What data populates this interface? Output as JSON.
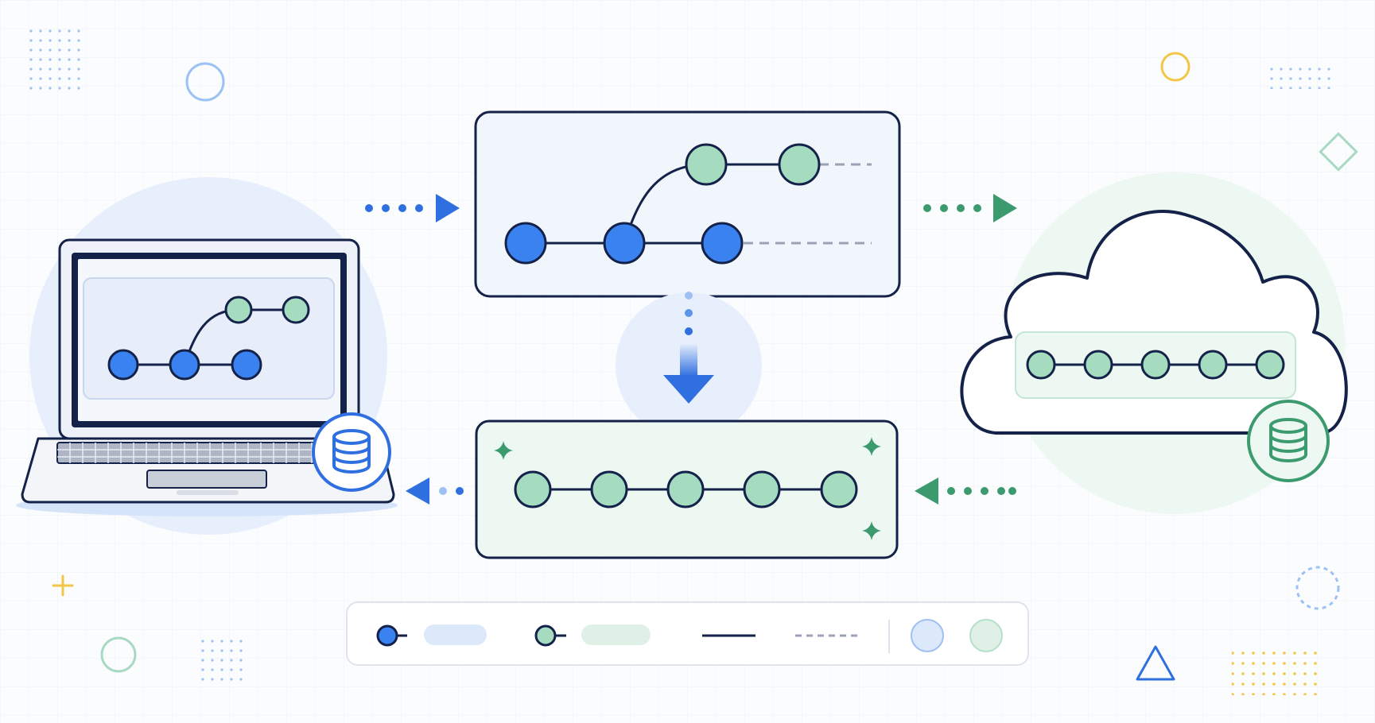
{
  "diagram": {
    "local_machine": {
      "device_icon": "laptop-icon",
      "storage_icon": "database-icon",
      "commits": [
        "blue",
        "blue",
        "blue"
      ],
      "branch_commits": [
        "green",
        "green"
      ]
    },
    "local_history_panel": {
      "main_commits": [
        "blue",
        "blue",
        "blue"
      ],
      "branch_commits": [
        "green",
        "green"
      ],
      "pending_lines": 2
    },
    "merged_history_panel": {
      "commits": [
        "green",
        "green",
        "green",
        "green",
        "green"
      ],
      "sparkles": 3
    },
    "remote_repository": {
      "cloud_icon": "cloud-icon",
      "storage_icon": "database-icon",
      "commits": [
        "green",
        "green",
        "green",
        "green",
        "green"
      ]
    },
    "flows": [
      {
        "name": "push-to-history",
        "direction": "right",
        "color": "#2f6fe0"
      },
      {
        "name": "history-to-remote",
        "direction": "right",
        "color": "#3b9a6e"
      },
      {
        "name": "history-to-merged",
        "direction": "down",
        "color": "#2f6fe0"
      },
      {
        "name": "remote-to-merged",
        "direction": "left",
        "color": "#3b9a6e"
      },
      {
        "name": "merged-to-local",
        "direction": "left",
        "color": "#2f6fe0"
      }
    ],
    "legend": {
      "items": [
        "local-commit",
        "remote-commit",
        "solid-line",
        "dashed-line",
        "blue-swatch",
        "green-swatch"
      ]
    },
    "colors": {
      "outline": "#14224a",
      "local_blue": "#3a82f0",
      "remote_green": "#a5dcc0",
      "accent_blue": "#2f6fe0",
      "accent_green": "#3b9a6e",
      "dash_gray": "#9aa3b5",
      "panel_blue_bg": "#f1f5fc",
      "panel_green_bg": "#eef8f2",
      "decor_yellow": "#f3c548"
    }
  }
}
